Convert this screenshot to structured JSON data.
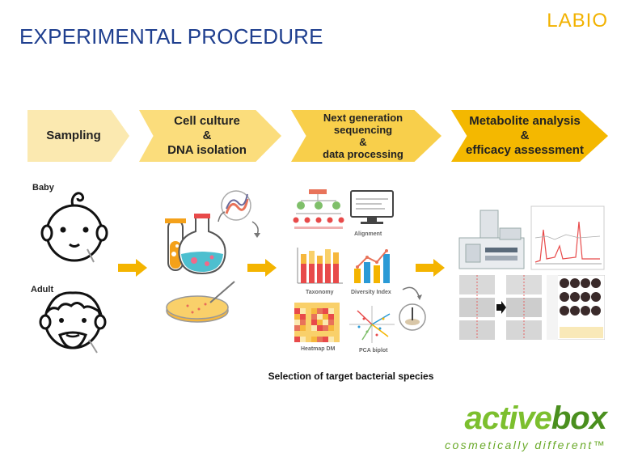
{
  "header": {
    "title": "EXPERIMENTAL PROCEDURE",
    "logo": "LABIO"
  },
  "steps": [
    {
      "label": "Sampling",
      "color": "#fbe9b0"
    },
    {
      "label": "Cell culture\n&\nDNA isolation",
      "color": "#fbdd7c"
    },
    {
      "label": "Next generation\nsequencing\n&\ndata processing",
      "color": "#f8cf4b"
    },
    {
      "label": "Metabolite analysis\n&\nefficacy assessment",
      "color": "#f4b800"
    }
  ],
  "samples": {
    "baby": "Baby",
    "adult": "Adult"
  },
  "analysis_panels": {
    "alignment": "Alignment",
    "taxonomy": "Taxonomy",
    "diversity": "Diversity Index",
    "heatmap": "Heatmap DM",
    "pca": "PCA biplot"
  },
  "caption": "Selection of target bacterial species",
  "footer": {
    "brand_a": "active",
    "brand_b": "box",
    "tagline": "cosmetically different™"
  },
  "colors": {
    "arrow": "#f4b400",
    "title": "#1f3f8f",
    "brand": "#7cbf2e"
  }
}
